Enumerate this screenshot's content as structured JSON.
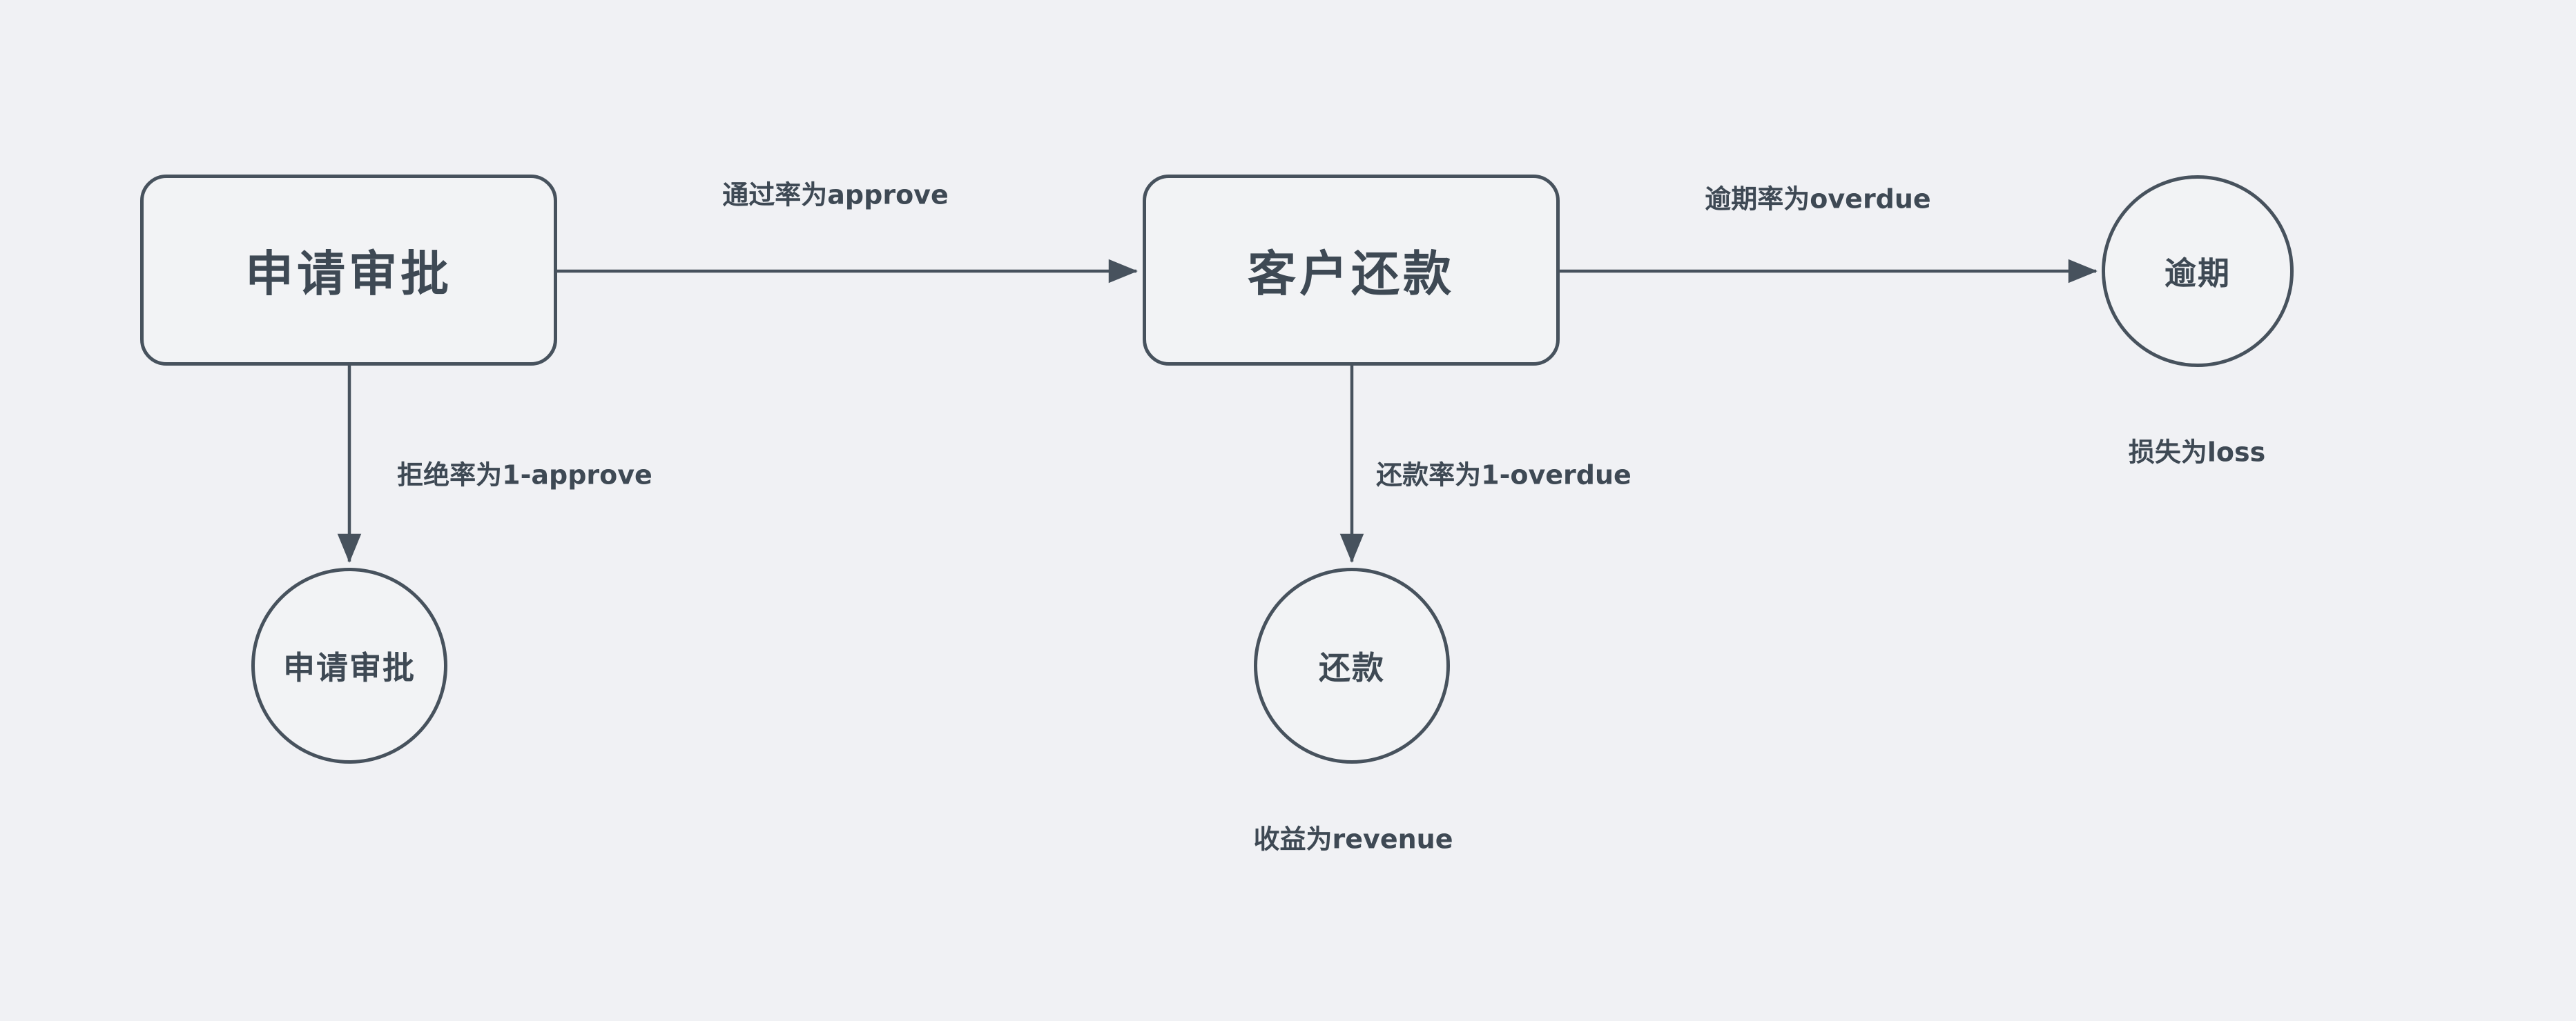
{
  "diagram": {
    "background_color": "#f0f1f4",
    "stroke_color": "#47525d",
    "text_color": "#3e4954",
    "nodes": {
      "approval_box": {
        "label": "申请审批",
        "shape": "rounded-rect"
      },
      "repayment_box": {
        "label": "客户还款",
        "shape": "rounded-rect"
      },
      "overdue_circle": {
        "label": "逾期",
        "shape": "circle"
      },
      "rejected_circle": {
        "label": "申请审批",
        "shape": "circle"
      },
      "repaid_circle": {
        "label": "还款",
        "shape": "circle"
      }
    },
    "edges": {
      "approve": {
        "label": "通过率为approve",
        "from": "approval_box",
        "to": "repayment_box"
      },
      "overdue": {
        "label": "逾期率为overdue",
        "from": "repayment_box",
        "to": "overdue_circle"
      },
      "reject": {
        "label": "拒绝率为1-approve",
        "from": "approval_box",
        "to": "rejected_circle"
      },
      "repay": {
        "label": "还款率为1-overdue",
        "from": "repayment_box",
        "to": "repaid_circle"
      }
    },
    "annotations": {
      "loss": {
        "text": "损失为loss"
      },
      "revenue": {
        "text": "收益为revenue"
      }
    }
  }
}
